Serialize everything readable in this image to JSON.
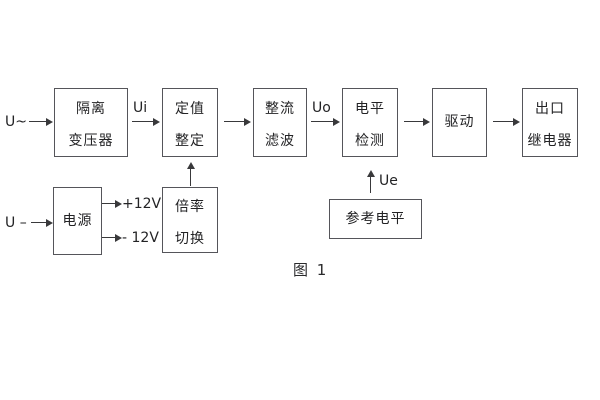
{
  "diagram": {
    "caption": "图 1",
    "labels": {
      "ac_input": "U~",
      "dc_input": "U –",
      "ui": "Ui",
      "uo": "Uo",
      "ue": "Ue",
      "plus_12v": "+12V",
      "minus_12v": "- 12V"
    },
    "blocks": {
      "isolation_transformer": [
        "隔离",
        "变压器"
      ],
      "setting_adjust": [
        "定值",
        "整定"
      ],
      "rectifier_filter": [
        "整流",
        "滤波"
      ],
      "level_detect": [
        "电平",
        "检测"
      ],
      "driver": [
        "驱动"
      ],
      "output_relay": [
        "出口",
        "继电器"
      ],
      "power_supply": [
        "电源"
      ],
      "ratio_switch": [
        "倍率",
        "切换"
      ],
      "reference_level": [
        "参考电平"
      ]
    },
    "colors": {
      "background": "#ffffff",
      "box_border": "#55555a",
      "line": "#39393b",
      "text": "#232325"
    }
  }
}
